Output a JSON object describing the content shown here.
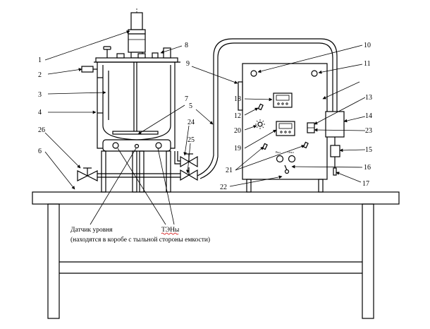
{
  "diagram": {
    "callouts": [
      "1",
      "2",
      "3",
      "4",
      "5",
      "6",
      "7",
      "8",
      "9",
      "10",
      "11",
      "12",
      "13",
      "14",
      "15",
      "16",
      "17",
      "18",
      "19",
      "20",
      "21",
      "22",
      "23",
      "24",
      "25",
      "26"
    ],
    "captions": {
      "level_sensor": "Датчик уровня",
      "heaters": "ТЭНы",
      "note": "(находятся в коробе с тыльной стороны емкости)"
    },
    "panel_labels": {
      "left_knob": "Вкл",
      "right_knob": "Откл"
    },
    "colors": {
      "line": "#000000",
      "spellcheck": "#d00000",
      "background": "#ffffff"
    }
  }
}
